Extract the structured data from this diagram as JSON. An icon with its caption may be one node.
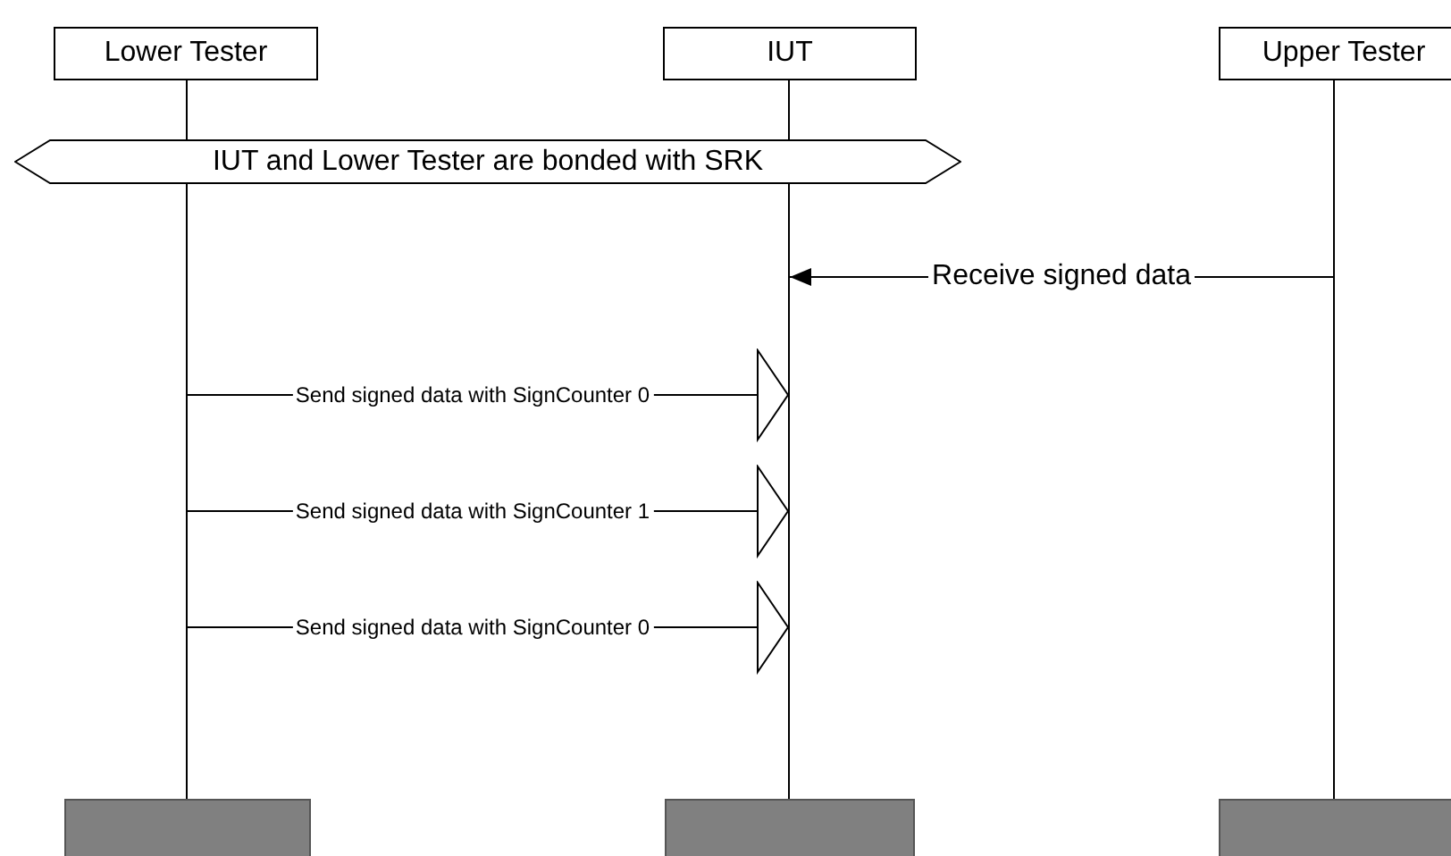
{
  "diagram": {
    "nodes": [
      {
        "text": [
          "Lower Tester"
        ]
      },
      {
        "text": [
          "IUT"
        ]
      },
      {
        "text": [
          "Upper Tester"
        ]
      },
      {
        "text": [
          "IUT and Lower Tester are bonded with SRK"
        ]
      },
      {
        "text": [],
        "shape": "line"
      },
      {
        "text": [],
        "shape": "line"
      },
      {
        "text": [],
        "shape": "line"
      },
      {
        "text": [],
        "shape": "bar"
      },
      {
        "text": [],
        "shape": "bar"
      },
      {
        "text": [],
        "shape": "bar"
      }
    ],
    "edges": [
      {
        "from": 6,
        "to": 5,
        "arrow": "to",
        "label": "Receive signed data"
      },
      {
        "from": 4,
        "to": 5,
        "arrow": "to",
        "label": "Send signed data with SignCounter 0"
      },
      {
        "from": 4,
        "to": 5,
        "arrow": "to",
        "label": "Send signed data with SignCounter 1"
      },
      {
        "from": 4,
        "to": 5,
        "arrow": "to",
        "label": "Send signed data with SignCounter 0"
      }
    ]
  }
}
